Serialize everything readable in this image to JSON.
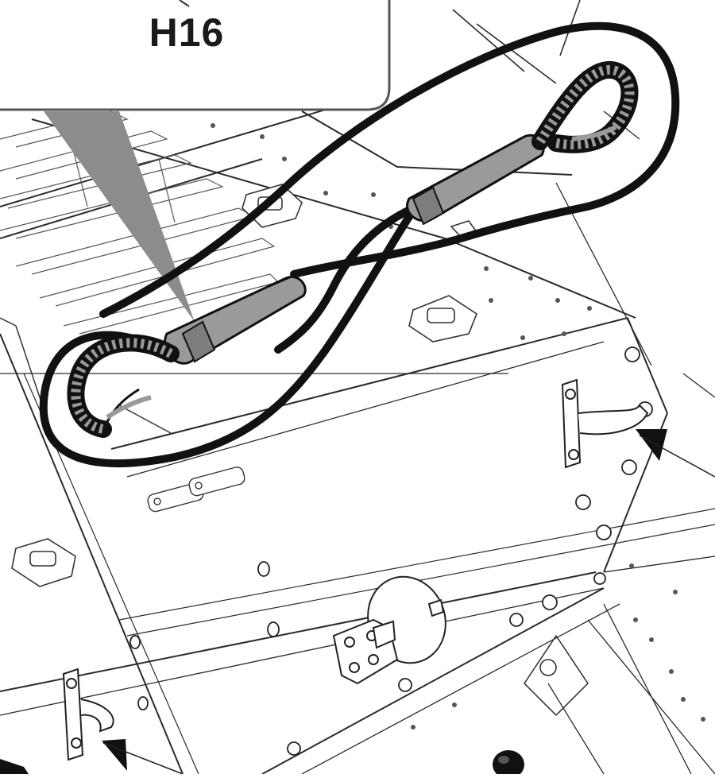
{
  "callout": {
    "label": "H16"
  },
  "colors": {
    "line": "#2a2a2a",
    "cable": "#111111",
    "sleeve": "#9a9a9a",
    "callout_pointer": "#8c8c8c",
    "background": "#ffffff"
  },
  "icons": {
    "callout-pointer": "triangle-pointer",
    "arrow": "filled-triangle-arrow"
  }
}
